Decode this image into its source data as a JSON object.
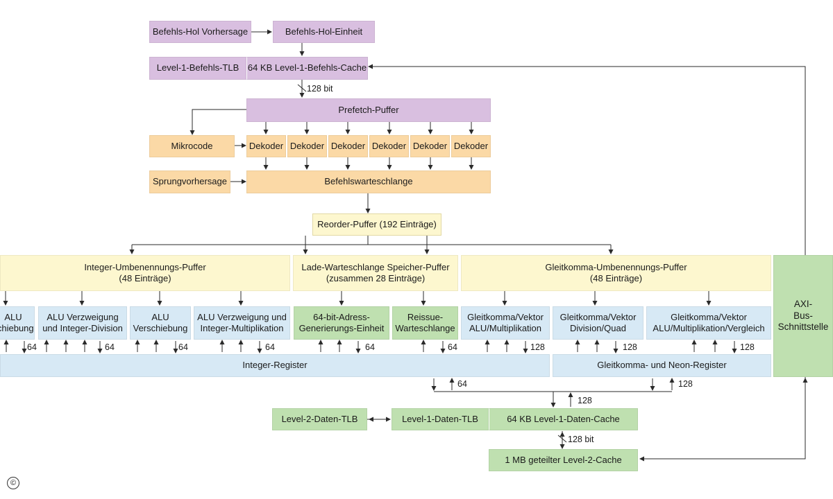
{
  "boxes": {
    "fetch_predict": "Befehls-Hol Vorhersage",
    "fetch_unit": "Befehls-Hol-Einheit",
    "l1_itlb": "Level-1-Befehls-TLB",
    "l1_icache": "64 KB Level-1-Befehls-Cache",
    "prefetch": "Prefetch-Puffer",
    "microcode": "Mikrocode",
    "decoders": [
      "Dekoder",
      "Dekoder",
      "Dekoder",
      "Dekoder",
      "Dekoder",
      "Dekoder"
    ],
    "branch_predict": "Sprungvorhersage",
    "instr_queue": "Befehlswarteschlange",
    "reorder": "Reorder-Puffer (192 Einträge)",
    "int_rename": "Integer-Umbenennungs-Puffer\n(48 Einträge)",
    "load_store": "Lade-Warteschlange   Speicher-Puffer\n(zusammen 28 Einträge)",
    "fp_rename": "Gleitkomma-Umbenennungs-Puffer\n(48 Einträge)",
    "axi": "AXI-\nBus-\nSchnittstelle",
    "alu_shift_cut": "ALU\nschiebung",
    "alu_branch_div": "ALU Verzweigung\nund Integer-Division",
    "alu_shift": "ALU\nVerschiebung",
    "alu_branch_mul": "ALU Verzweigung und\nInteger-Multiplikation",
    "agu": "64-bit-Adress-\nGenerierungs-Einheit",
    "reissue": "Reissue-\nWarteschlange",
    "fp_alu_mul": "Gleitkomma/Vektor\nALU/Multiplikation",
    "fp_div_quad": "Gleitkomma/Vektor\nDivision/Quad",
    "fp_alu_mul_cmp": "Gleitkomma/Vektor\nALU/Multiplikation/Vergleich",
    "int_regs": "Integer-Register",
    "fp_neon_regs": "Gleitkomma- und Neon-Register",
    "l2_dtlb": "Level-2-Daten-TLB",
    "l1_dtlb": "Level-1-Daten-TLB",
    "l1_dcache": "64 KB Level-1-Daten-Cache",
    "l2_cache": "1 MB geteilter Level-2-Cache"
  },
  "labels": {
    "bus_128_bit_top": "128 bit",
    "w64_a": "64",
    "w64_b": "64",
    "w64_c": "64",
    "w64_d": "64",
    "w128_a": "128",
    "w128_b": "128",
    "w128_c": "128",
    "w64_regs": "64",
    "w128_regs": "128",
    "w128_cache": "128",
    "bus_128_bit_bottom": "128 bit"
  },
  "copyright": "©",
  "colors": {
    "purple": "#d9bfe0",
    "orange": "#fbd9a6",
    "yellow": "#fdf7cf",
    "blue": "#d7e9f5",
    "green": "#bfe0b0",
    "line": "#2a2a2a"
  }
}
